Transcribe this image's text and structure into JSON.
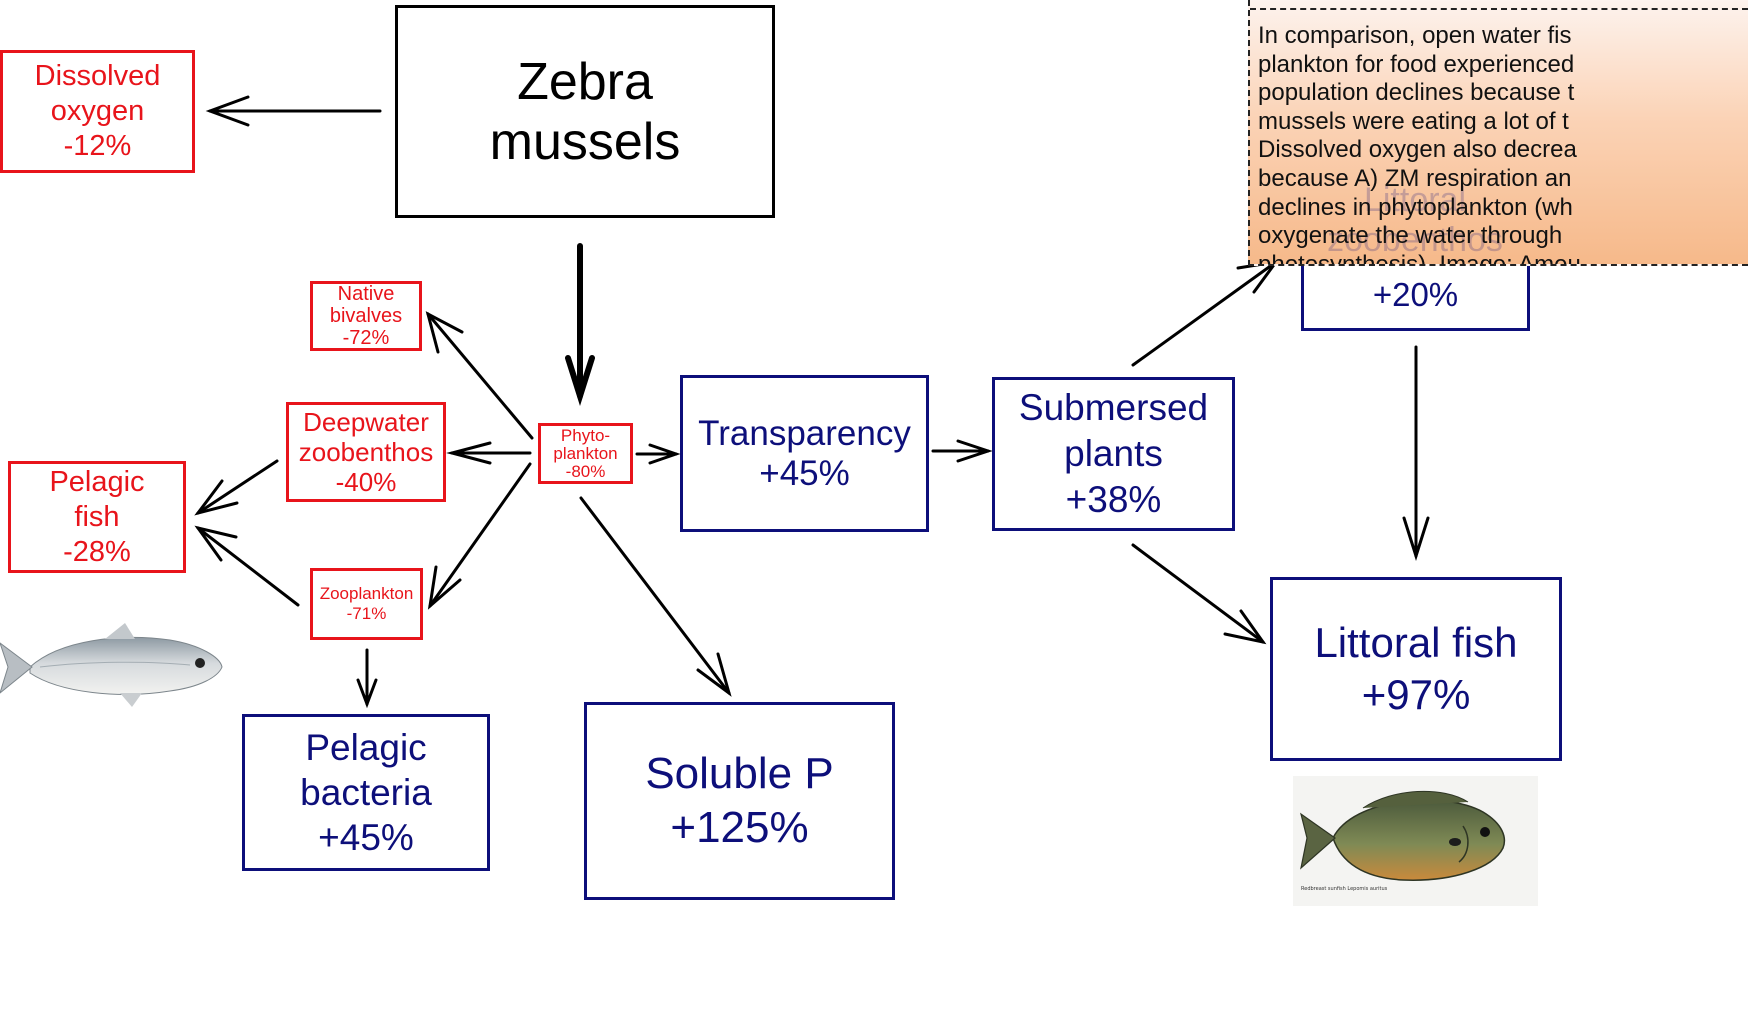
{
  "nodes": {
    "zebra": "Zebra\nmussels",
    "dissolved_oxygen": "Dissolved\noxygen\n-12%",
    "native_bivalves": "Native\nbivalves\n-72%",
    "deepwater_zoobenthos": "Deepwater\nzoobenthos\n-40%",
    "phytoplankton": "Phyto-\nplankton\n-80%",
    "pelagic_fish": "Pelagic\nfish\n-28%",
    "zooplankton": "Zooplankton\n-71%",
    "pelagic_bacteria": "Pelagic\nbacteria\n+45%",
    "soluble_p": "Soluble P\n+125%",
    "transparency": "Transparency\n+45%",
    "submersed_plants": "Submersed\nplants\n+38%",
    "littoral_zoobenthos": "+20%",
    "littoral_fish": "Littoral fish\n+97%"
  },
  "callout": {
    "text": "In comparison, open water fis\nplankton for food experienced\npopulation declines because t\nmussels were eating a lot of t\nDissolved oxygen also decrea\nbecause A) ZM respiration an\ndeclines in phytoplankton (wh\noxygenate the water through\nphotosynthesis). Image: Ameu",
    "ghost_label": "Littoral\nzoobenthos"
  },
  "photo_caption": "Redbreast sunfish\nLepomis auritus",
  "colors": {
    "negative": "#e8141b",
    "positive": "#0d0f7a",
    "neutral": "#000000",
    "callout_fill": "#f6b98a"
  }
}
